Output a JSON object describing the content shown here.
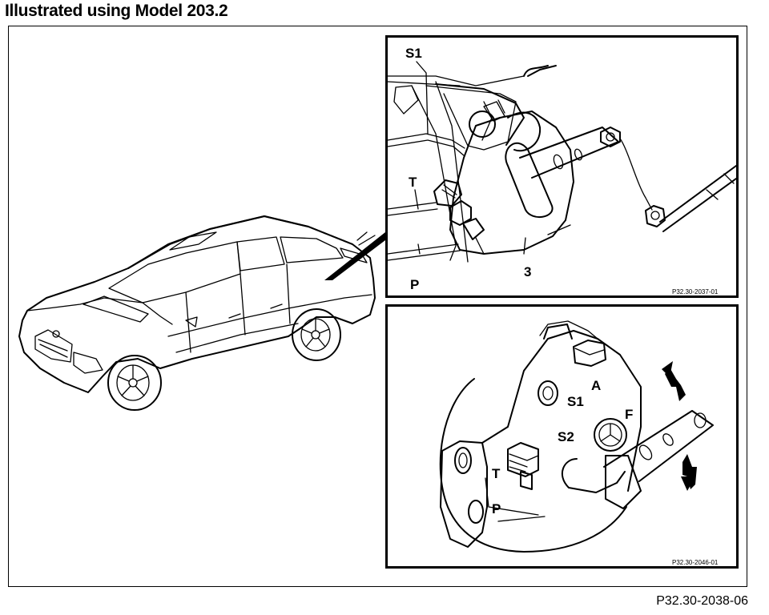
{
  "heading": "Illustrated using Model 203.2",
  "figure_reference": "P32.30-2038-06",
  "top_panel": {
    "reference": "P32.30-2037-01",
    "labels": {
      "s1": "S1",
      "t": "T",
      "p": "P",
      "part3": "3"
    }
  },
  "bottom_panel": {
    "reference": "P32.30-2046-01",
    "labels": {
      "s1": "S1",
      "s2": "S2",
      "a": "A",
      "f": "F",
      "t": "T",
      "p": "P"
    }
  }
}
